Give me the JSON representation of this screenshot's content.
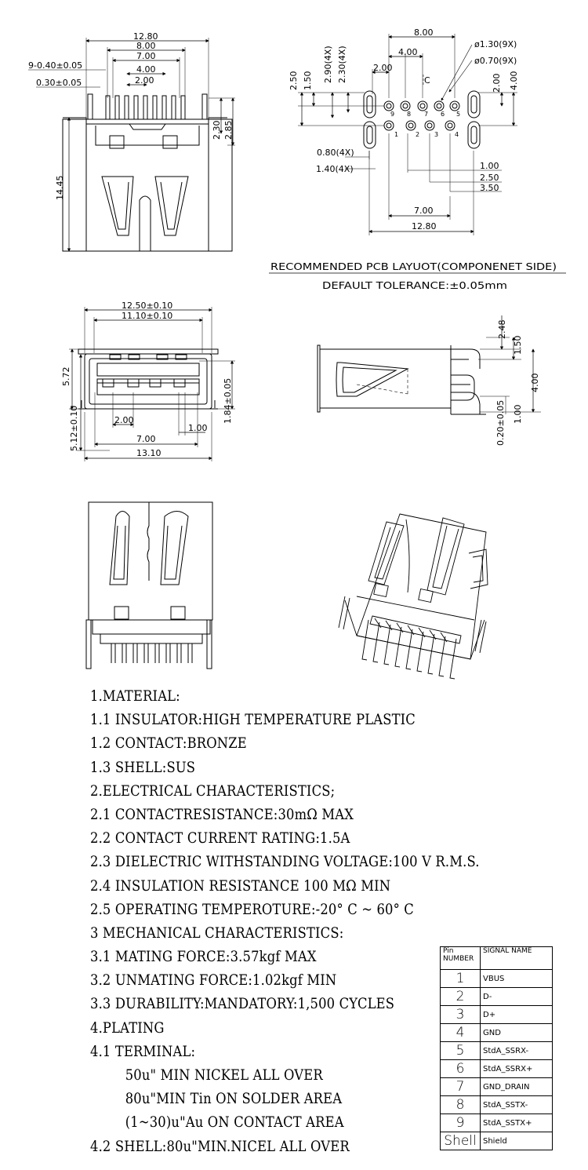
{
  "top_view": {
    "dims": [
      "12.80",
      "8.00",
      "7.00",
      "4.00",
      "2.00",
      "9-0.40±0.05",
      "0.30±0.05",
      "14.45",
      "2.30",
      "2.85"
    ]
  },
  "pcb_layout": {
    "dims": [
      "8.00",
      "4.00",
      "2.00",
      "ø1.30(9X)",
      "ø0.70(9X)",
      "2.90(4X)",
      "2.30(4X)",
      "2.50",
      "1.50",
      "2.00",
      "4.00",
      "0.80(4X)",
      "1.40(4X)",
      "1.00",
      "2.50",
      "3.50",
      "7.00",
      "12.80"
    ],
    "pin_labels": [
      "9",
      "8",
      "7",
      "6",
      "5",
      "1",
      "2",
      "3",
      "4"
    ],
    "centerline": "C",
    "title": "RECOMMENDED PCB LAYUOT(COMPONENET SIDE)",
    "tolerance": "DEFAULT TOLERANCE:±0.05mm"
  },
  "front_view": {
    "dims": [
      "12.50±0.10",
      "11.10±0.10",
      "5.72",
      "5.12±0.10",
      "1.84±0.05",
      "2.00",
      "1.00",
      "7.00",
      "13.10"
    ]
  },
  "side_view": {
    "dims": [
      "2.48",
      "1.50",
      "4.00",
      "1.00",
      "0.20±0.05"
    ]
  },
  "specs": [
    "1.MATERIAL:",
    "1.1 INSULATOR:HIGH TEMPERATURE PLASTIC",
    "1.2 CONTACT:BRONZE",
    "1.3 SHELL:SUS",
    "2.ELECTRICAL CHARACTERISTICS;",
    "2.1 CONTACTRESISTANCE:30mΩ MAX",
    "2.2 CONTACT CURRENT RATING:1.5A",
    "2.3 DIELECTRIC WITHSTANDING VOLTAGE:100 V R.M.S.",
    "2.4 INSULATION RESISTANCE 100 MΩ MIN",
    "2.5 OPERATING TEMPEROTURE:-20° C ~ 60° C",
    "3 MECHANICAL CHARACTERISTICS:",
    "3.1 MATING FORCE:3.57kgf MAX",
    "3.2 UNMATING FORCE:1.02kgf MIN",
    "3.3 DURABILITY:MANDATORY:1,500 CYCLES",
    "4.PLATING",
    "4.1 TERMINAL:",
    "50u\" MIN NICKEL ALL OVER",
    "80u\"MIN Tin ON SOLDER AREA",
    "(1~30)u\"Au ON CONTACT AREA",
    "4.2 SHELL:80u\"MIN.NICEL ALL OVER"
  ],
  "pin_table": {
    "header_pin": "Pin NUMBER",
    "header_signal": "SIGNAL NAME",
    "rows": [
      {
        "pin": "1",
        "signal": "VBUS"
      },
      {
        "pin": "2",
        "signal": "D-"
      },
      {
        "pin": "3",
        "signal": "D+"
      },
      {
        "pin": "4",
        "signal": "GND"
      },
      {
        "pin": "5",
        "signal": "StdA_SSRX-"
      },
      {
        "pin": "6",
        "signal": "StdA_SSRX+"
      },
      {
        "pin": "7",
        "signal": "GND_DRAIN"
      },
      {
        "pin": "8",
        "signal": "StdA_SSTX-"
      },
      {
        "pin": "9",
        "signal": "StdA_SSTX+"
      },
      {
        "pin": "Shell",
        "signal": "Shield"
      }
    ]
  }
}
